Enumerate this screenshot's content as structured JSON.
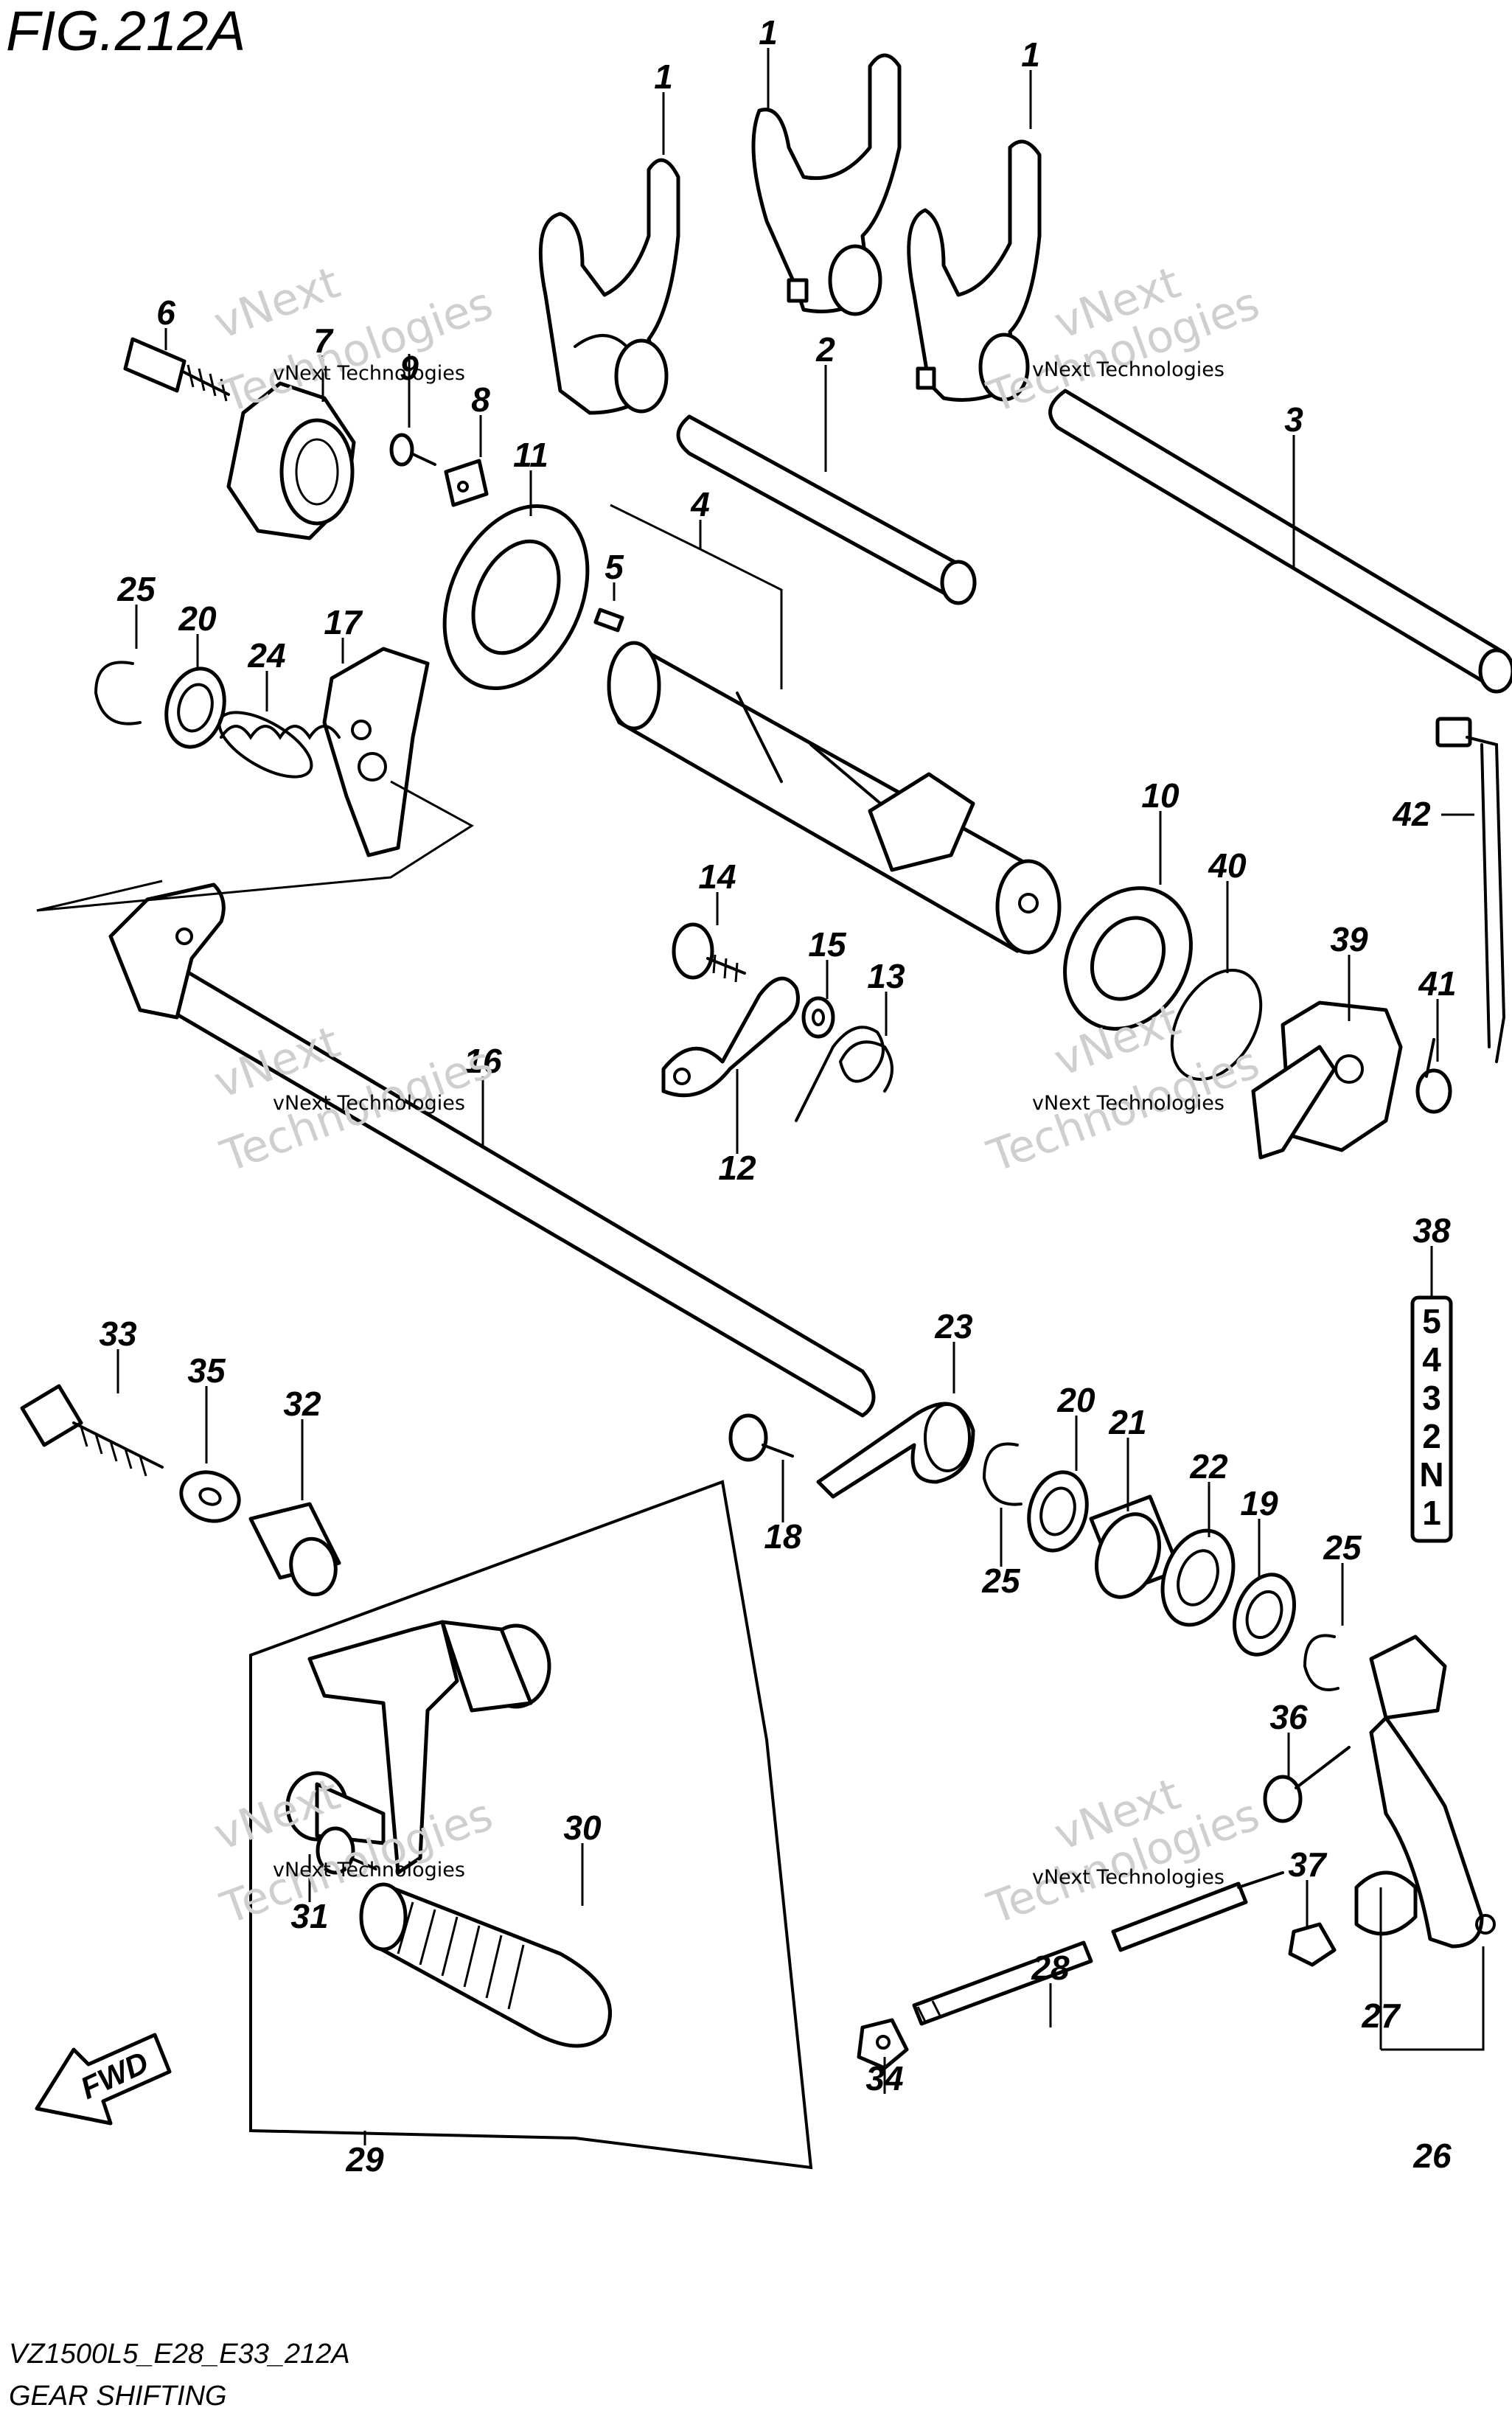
{
  "figure_title": "FIG.212A",
  "footer": {
    "model_code": "VZ1500L5_E28_E33_212A",
    "section_name": "GEAR SHIFTING"
  },
  "watermark": {
    "line1": "vNext Technologies",
    "line2": "vNext",
    "line3": "Technologies"
  },
  "direction_indicator": "FWD",
  "gear_indicator": [
    "5",
    "4",
    "3",
    "2",
    "N",
    "1"
  ],
  "callouts": [
    "1",
    "1",
    "1",
    "2",
    "3",
    "4",
    "5",
    "6",
    "7",
    "8",
    "9",
    "10",
    "11",
    "12",
    "13",
    "14",
    "15",
    "16",
    "17",
    "18",
    "19",
    "20",
    "20",
    "21",
    "22",
    "23",
    "24",
    "25",
    "25",
    "25",
    "26",
    "27",
    "28",
    "29",
    "30",
    "31",
    "32",
    "33",
    "34",
    "35",
    "36",
    "37",
    "38",
    "39",
    "40",
    "41",
    "42"
  ]
}
